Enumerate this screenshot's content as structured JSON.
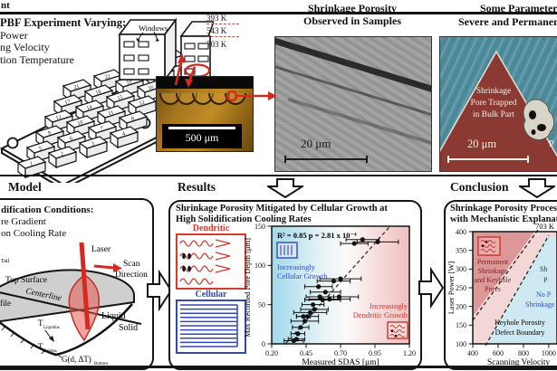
{
  "frame": {
    "top_fragment": "nt"
  },
  "experiment": {
    "title": "PBF Experiment Varying:",
    "items": [
      "Power",
      "ng Velocity",
      "tion Temperature"
    ],
    "windows_label": "Windows",
    "temperatures": [
      "393 K",
      "543 K",
      "703 K"
    ],
    "sample_numbers": [
      "1",
      "2",
      "3",
      "4",
      "5",
      "6",
      "7",
      "8",
      "9",
      "10",
      "11",
      "12",
      "13",
      "14",
      "15",
      "16",
      "17",
      "18",
      "19",
      "20",
      "21",
      "22",
      "23",
      "24"
    ],
    "micrograph_scale": "500 μm"
  },
  "observed_panel": {
    "title": [
      "Shrinkage Porosity",
      "Observed in Samples"
    ],
    "scale": "20 μm"
  },
  "parameters_panel": {
    "title": [
      "Some Parameters P",
      "Severe and Permanent"
    ],
    "annotation": [
      "Shrinkage",
      "Pore Trapped",
      "in Bulk Part"
    ],
    "scale": "20 μm",
    "edge_fragment": "P"
  },
  "model_panel": {
    "header": "Model",
    "conditions_title": "dification Conditions:",
    "conditions": [
      "re Gradient",
      "on Cooling Rate"
    ],
    "labels": {
      "laser": "Laser",
      "scan1": "Scan",
      "scan2": "Direction",
      "tail": "Tail",
      "top_surface": "Top Surface",
      "centerline": "Centerline",
      "profile_fragment": "file",
      "liquid": "Liquid",
      "solid": "Solid",
      "t_symbol": "T",
      "liquidus_sub": "Liquidus",
      "solidus_sub": "Solidus",
      "gradient_main": "G(d, ΔT)",
      "gradient_sub": "Bottom"
    }
  },
  "results_panel": {
    "header": "Results",
    "title": [
      "Shrinkage Porosity Mitigated by Cellular Growth at",
      "High Solidification Cooling Rates"
    ],
    "dendritic_label": "Dendritic",
    "cellular_label": "Cellular"
  },
  "conclusion_panel": {
    "header": "Conclusion",
    "title": [
      "Shrinkage Porosity Proces",
      "with Mechanistic Explanat"
    ]
  },
  "chart_data": [
    {
      "type": "scatter",
      "panel": "results",
      "stats": "R² = 0.85 p = 2.81 x 10⁻⁴",
      "xlabel": "Measured SDAS [μm]",
      "ylabel": "Max Recorded Pore Depth [μm]",
      "xticks": [
        "0.20",
        "0.45",
        "0.70",
        "0.95",
        "1.20"
      ],
      "yticks": [
        "0",
        "50",
        "100",
        "150"
      ],
      "xlim": [
        0.2,
        1.2
      ],
      "ylim": [
        0,
        150
      ],
      "annotation_blue": [
        "Increasingly",
        "Cellular Growth"
      ],
      "annotation_red": [
        "Increasingly",
        "Dendritic Growth"
      ],
      "trend": {
        "x1": 0.3,
        "y1": 0,
        "x2": 1.06,
        "y2": 150
      },
      "points": [
        {
          "x": 0.36,
          "y": 4,
          "xerr": 0.07
        },
        {
          "x": 0.38,
          "y": 6,
          "xerr": 0.06
        },
        {
          "x": 0.39,
          "y": 13,
          "xerr": 0.05
        },
        {
          "x": 0.41,
          "y": 21,
          "xerr": 0.06
        },
        {
          "x": 0.44,
          "y": 29,
          "xerr": 0.1
        },
        {
          "x": 0.43,
          "y": 35,
          "xerr": 0.05
        },
        {
          "x": 0.46,
          "y": 35,
          "xerr": 0.08
        },
        {
          "x": 0.48,
          "y": 40,
          "xerr": 0.12
        },
        {
          "x": 0.51,
          "y": 44,
          "xerr": 0.1
        },
        {
          "x": 0.5,
          "y": 50,
          "xerr": 0.08
        },
        {
          "x": 0.57,
          "y": 56,
          "xerr": 0.13
        },
        {
          "x": 0.62,
          "y": 57,
          "xerr": 0.15
        },
        {
          "x": 0.55,
          "y": 60,
          "xerr": 0.1
        },
        {
          "x": 0.69,
          "y": 60,
          "xerr": 0.14
        },
        {
          "x": 0.59,
          "y": 66,
          "xerr": 0.11
        },
        {
          "x": 0.54,
          "y": 73,
          "xerr": 0.1
        },
        {
          "x": 0.65,
          "y": 80,
          "xerr": 0.12
        },
        {
          "x": 0.7,
          "y": 83,
          "xerr": 0.15
        },
        {
          "x": 0.8,
          "y": 128,
          "xerr": 0.1
        },
        {
          "x": 0.86,
          "y": 133,
          "xerr": 0.12
        },
        {
          "x": 0.97,
          "y": 130,
          "xerr": 0.15
        }
      ]
    },
    {
      "type": "region-map",
      "panel": "conclusion",
      "condition": "703 K",
      "xlabel": "Scanning Velocity",
      "ylabel": "Laser Power [W]",
      "xticks": [
        "400",
        "600",
        "800",
        "1000"
      ],
      "yticks": [
        "100",
        "150",
        "200",
        "250",
        "300",
        "350",
        "400"
      ],
      "xlim": [
        400,
        1065
      ],
      "ylim": [
        100,
        400
      ],
      "regions": {
        "red": [
          "Permanent",
          "Shrinkage",
          "and Keyhole",
          "Pores"
        ],
        "blue": [
          "No P",
          "Shrinkage o"
        ],
        "boundary": [
          "Keyhole Porosity",
          "Defect Boundary"
        ],
        "edge_fragments": [
          "Sh",
          "P"
        ]
      }
    }
  ]
}
